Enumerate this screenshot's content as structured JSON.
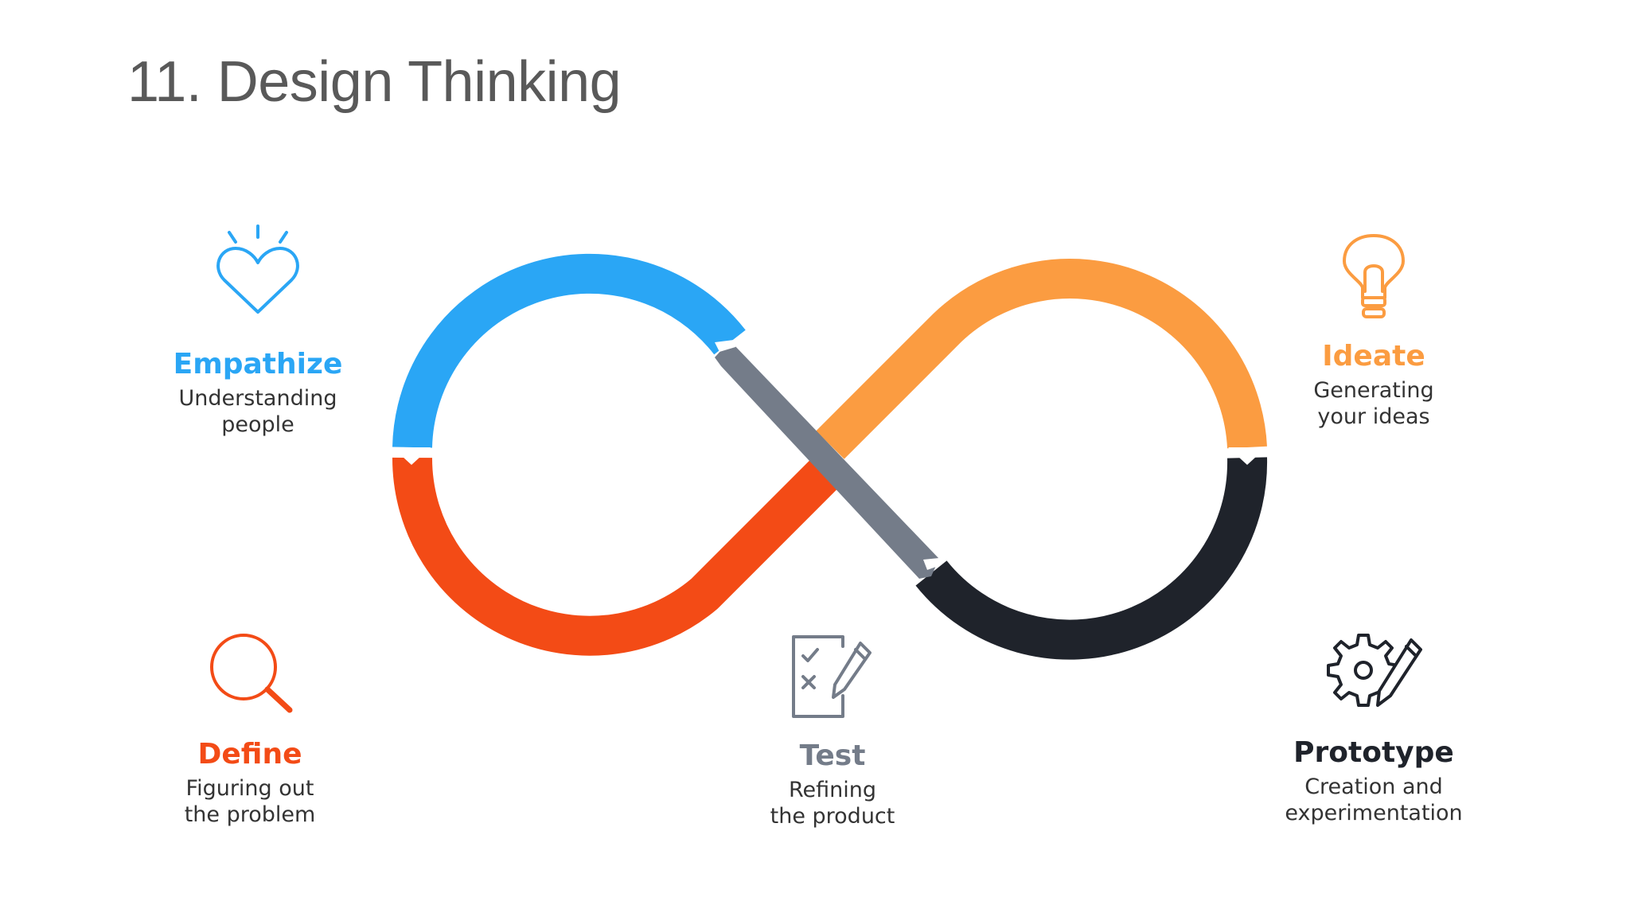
{
  "title": "11. Design Thinking",
  "colors": {
    "empathize": "#2aa6f5",
    "define": "#f34b16",
    "ideate": "#fb9c41",
    "prototype": "#1f232b",
    "test": "#747c89"
  },
  "stages": {
    "empathize": {
      "title": "Empathize",
      "line1": "Understanding",
      "line2": "people",
      "icon": "heart-icon"
    },
    "define": {
      "title": "Define",
      "line1": "Figuring out",
      "line2": "the problem",
      "icon": "magnifier-icon"
    },
    "ideate": {
      "title": "Ideate",
      "line1": "Generating",
      "line2": "your ideas",
      "icon": "lightbulb-icon"
    },
    "prototype": {
      "title": "Prototype",
      "line1": "Creation and",
      "line2": "experimentation",
      "icon": "gear-pencil-icon"
    },
    "test": {
      "title": "Test",
      "line1": "Refining",
      "line2": "the product",
      "icon": "checklist-icon"
    }
  }
}
